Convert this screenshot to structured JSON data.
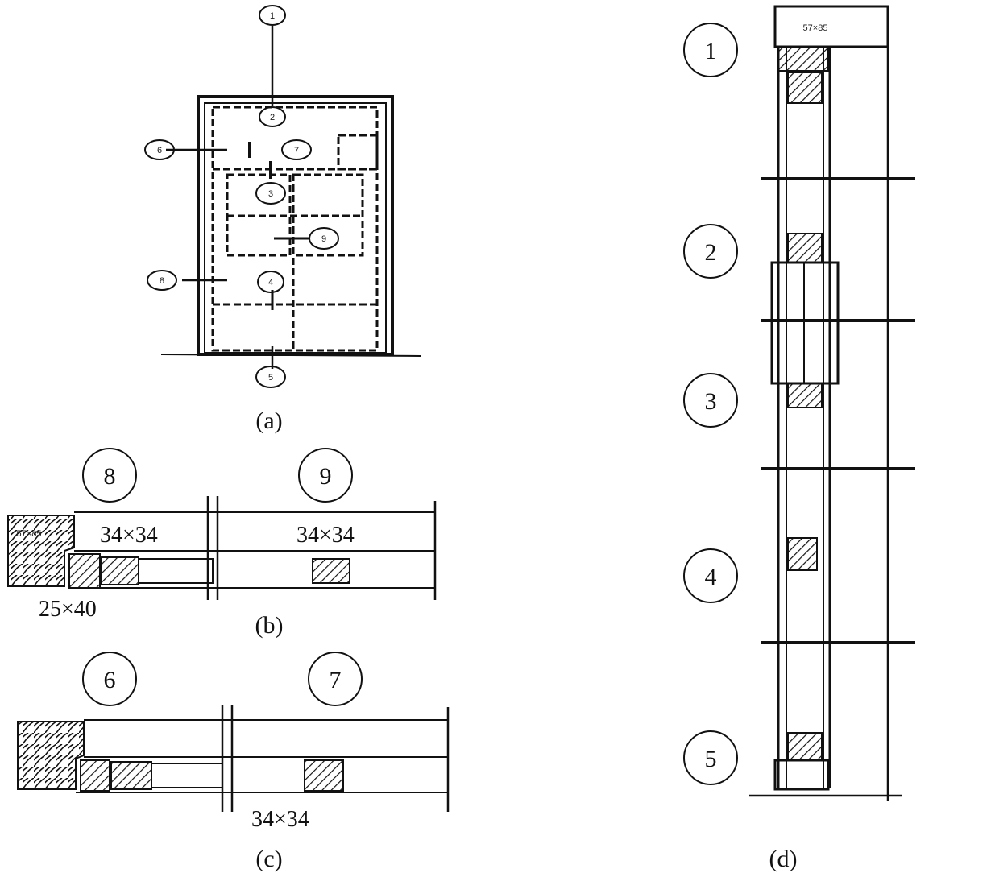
{
  "captions": {
    "a": "(a)",
    "b": "(b)",
    "c": "(c)",
    "d": "(d)"
  },
  "section_a_markers": [
    "1",
    "2",
    "3",
    "4",
    "5",
    "6",
    "7",
    "8",
    "9"
  ],
  "section_b": {
    "marker_left": "8",
    "marker_right": "9",
    "dim_rail": "34×34",
    "dim_mid": "34×34",
    "dim_frame": "25×40",
    "frame_size": "57×85"
  },
  "section_c": {
    "marker_left": "6",
    "marker_right": "7",
    "dim_bar": "34×34"
  },
  "section_d": {
    "markers": [
      "1",
      "2",
      "3",
      "4",
      "5"
    ],
    "frame_size": "57×85"
  }
}
